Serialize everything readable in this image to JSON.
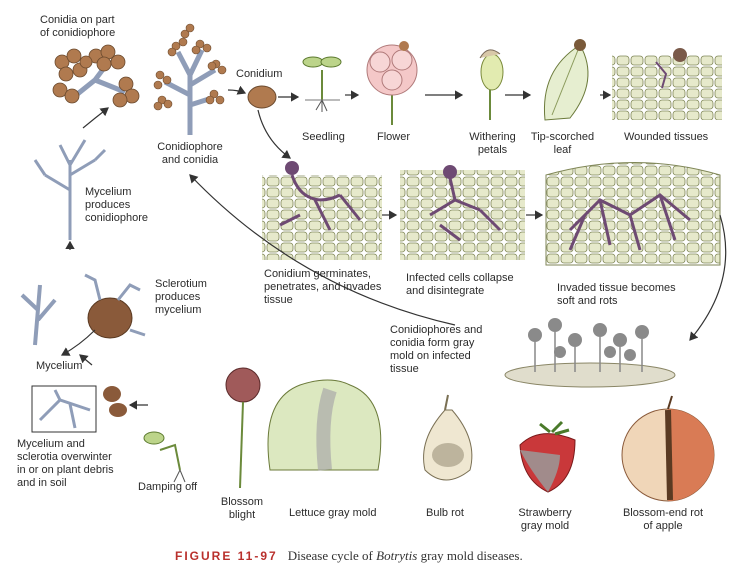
{
  "labels": {
    "conidia_on_part": "Conidia on part of conidiophore",
    "conidiophore_and_conidia": "Conidiophore and conidia",
    "conidium": "Conidium",
    "seedling": "Seedling",
    "flower": "Flower",
    "withering_petals": "Withering petals",
    "tip_scorched_leaf": "Tip-scorched leaf",
    "wounded_tissues": "Wounded tissues",
    "mycelium_produces_conidiophore": "Mycelium produces conidiophore",
    "conidium_germinates": "Conidium germinates, penetrates, and invades tissue",
    "infected_cells_collapse": "Infected cells collapse and disintegrate",
    "invaded_tissue_rots": "Invaded tissue becomes soft and rots",
    "sclerotium_produces_mycelium": "Sclerotium produces mycelium",
    "conidiophores_gray_mold": "Conidiophores and conidia form gray mold on infected tissue",
    "mycelium": "Mycelium",
    "overwinter": "Mycelium and sclerotia overwinter in or on plant debris and in soil",
    "damping_off": "Damping off",
    "blossom_blight": "Blossom blight",
    "lettuce_gray_mold": "Lettuce gray mold",
    "bulb_rot": "Bulb rot",
    "strawberry_gray_mold": "Strawberry gray mold",
    "blossom_end_rot": "Blossom-end rot of apple"
  },
  "caption": {
    "figure": "FIGURE 11-97",
    "text_before": "Disease cycle of ",
    "species": "Botrytis",
    "text_after": " gray mold diseases."
  },
  "colors": {
    "conidia": "#b07a4f",
    "hyphae": "#8f9db8",
    "infection": "#6e4a73",
    "cells": "#e8ead0",
    "cell_outline": "#7a8056",
    "leaf": "#dce8c0",
    "flower": "#f4c8c8",
    "strawberry": "#c9383a",
    "apple_skin": "#d97b55",
    "mold": "#b5b5b5"
  }
}
